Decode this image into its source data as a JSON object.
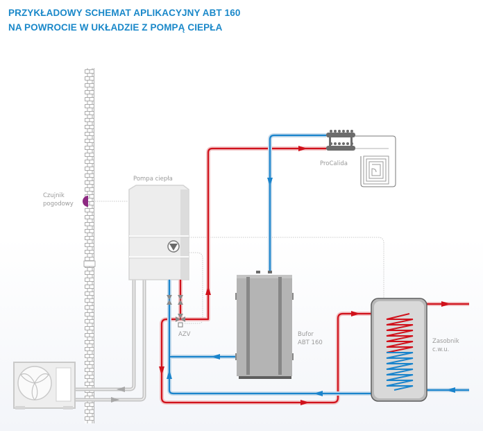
{
  "title": {
    "line1": "PRZYKŁADOWY SCHEMAT APLIKACYJNY ABT 160",
    "line2": "NA POWROCIE W UKŁADZIE Z POMPĄ CIEPŁA"
  },
  "labels": {
    "weather_sensor_line1": "Czujnik",
    "weather_sensor_line2": "pogodowy",
    "heat_pump": "Pompa ciepła",
    "manifold": "ProCalida",
    "valve": "AZV",
    "buffer_line1": "Bufor",
    "buffer_line2": "ABT 160",
    "dhw_tank_line1": "Zasobnik",
    "dhw_tank_line2": "c.w.u."
  },
  "colors": {
    "title": "#1a88c9",
    "supply_hot": "#d0111b",
    "return_cold": "#1a84cc",
    "refrigerant": "#a8a8a8",
    "sensor": "#8e2a82",
    "label": "#9a9a9a"
  },
  "components": [
    {
      "id": "outdoor-unit",
      "icon": "heat-pump-outdoor-unit-icon"
    },
    {
      "id": "wall",
      "icon": "brick-wall-icon"
    },
    {
      "id": "weather-sensor",
      "icon": "weather-sensor-icon"
    },
    {
      "id": "indoor-unit",
      "icon": "heat-pump-indoor-unit-icon"
    },
    {
      "id": "circulation-pump",
      "icon": "pump-icon"
    },
    {
      "id": "shutoff-valves",
      "icon": "valve-icon"
    },
    {
      "id": "mixing-valve",
      "icon": "three-way-valve-icon"
    },
    {
      "id": "buffer-tank",
      "icon": "buffer-tank-icon"
    },
    {
      "id": "manifold",
      "icon": "manifold-icon"
    },
    {
      "id": "underfloor-heating",
      "icon": "floor-heating-coil-icon"
    },
    {
      "id": "dhw-tank",
      "icon": "hot-water-tank-icon"
    }
  ]
}
